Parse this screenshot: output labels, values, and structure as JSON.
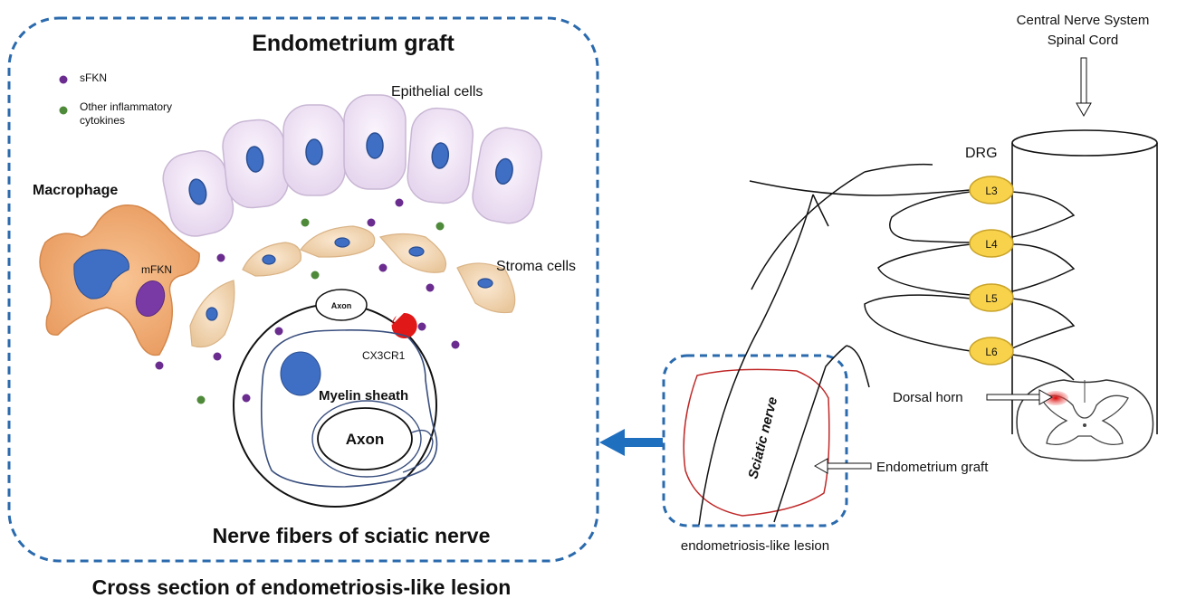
{
  "graft_panel": {
    "title": "Endometrium graft",
    "legend": [
      {
        "label": "sFKN",
        "color": "#6a2c8f"
      },
      {
        "label_line1": "Other inflammatory",
        "label_line2": "cytokines",
        "color": "#4e8a3a"
      }
    ],
    "epithelial_label": "Epithelial cells",
    "macrophage_label": "Macrophage",
    "mfkn_label": "mFKN",
    "stroma_label": "Stroma cells",
    "axon_small_label": "Axon",
    "receptor_label": "CX3CR1",
    "myelin_label": "Myelin sheath",
    "axon_label": "Axon",
    "fiber_label": "Nerve fibers of sciatic nerve"
  },
  "bottom_caption": "Cross section of endometriosis-like lesion",
  "spinal": {
    "title_line1": "Central Nerve System",
    "title_line2": "Spinal Cord",
    "drg_label": "DRG",
    "levels": [
      "L3",
      "L4",
      "L5",
      "L6"
    ],
    "dorsal_horn_label": "Dorsal horn"
  },
  "lesion": {
    "sciatic_label": "Sciatic nerve",
    "graft_label": "Endometrium graft",
    "caption": "endometriosis-like lesion"
  },
  "colors": {
    "dashed_border": "#2a6aad",
    "arrow": "#1f6fbf",
    "nucleus": "#3f6fc4",
    "epithelial": "#f2e6f7",
    "stroma": "#f6dcbc",
    "macrophage": "#f4b07a",
    "drg": "#f7d24a",
    "lesion_outline": "#c02828",
    "receptor": "#e01818"
  }
}
